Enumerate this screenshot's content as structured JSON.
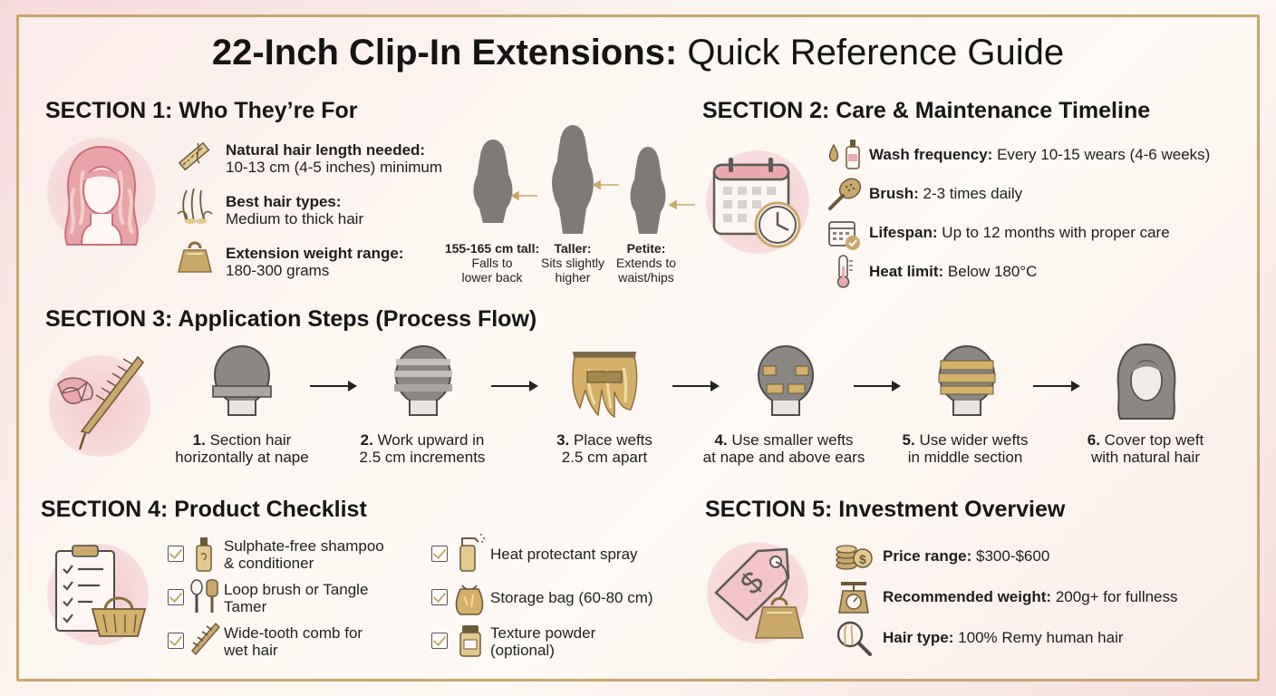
{
  "title": {
    "bold": "22-Inch Clip-In Extensions:",
    "light": "Quick Reference Guide"
  },
  "section1": {
    "heading": "SECTION 1: Who They’re For",
    "items": [
      {
        "label": "Natural hair length needed:",
        "value": "10-13 cm (4-5 inches) minimum",
        "icon": "ruler-icon"
      },
      {
        "label": "Best hair types:",
        "value": "Medium to thick hair",
        "icon": "hair-strands-icon"
      },
      {
        "label": "Extension weight range:",
        "value": "180-300 grams",
        "icon": "weight-icon"
      }
    ],
    "heights": [
      {
        "label": "155-165 cm tall:",
        "desc1": "Falls to",
        "desc2": "lower back"
      },
      {
        "label": "Taller:",
        "desc1": "Sits slightly",
        "desc2": "higher"
      },
      {
        "label": "Petite:",
        "desc1": "Extends to",
        "desc2": "waist/hips"
      }
    ]
  },
  "section2": {
    "heading": "SECTION 2: Care & Maintenance Timeline",
    "items": [
      {
        "label": "Wash frequency:",
        "value": "Every 10-15 wears (4-6 weeks)",
        "icon": "shampoo-icon"
      },
      {
        "label": "Brush:",
        "value": "2-3 times daily",
        "icon": "brush-icon"
      },
      {
        "label": "Lifespan:",
        "value": "Up to 12 months with proper care",
        "icon": "calendar-check-icon"
      },
      {
        "label": "Heat limit:",
        "value": "Below 180°C",
        "icon": "thermometer-icon"
      }
    ]
  },
  "section3": {
    "heading": "SECTION 3: Application Steps (Process Flow)",
    "steps": [
      {
        "num": "1.",
        "line1": "Section hair",
        "line2": "horizontally at nape"
      },
      {
        "num": "2.",
        "line1": "Work upward in",
        "line2": "2.5 cm increments"
      },
      {
        "num": "3.",
        "line1": "Place wefts",
        "line2": "2.5 cm apart"
      },
      {
        "num": "4.",
        "line1": "Use smaller wefts",
        "line2": "at nape and above ears"
      },
      {
        "num": "5.",
        "line1": "Use wider wefts",
        "line2": "in middle section"
      },
      {
        "num": "6.",
        "line1": "Cover top weft",
        "line2": "with natural hair"
      }
    ]
  },
  "section4": {
    "heading": "SECTION 4: Product Checklist",
    "col1": [
      {
        "line1": "Sulphate-free shampoo",
        "line2": "& conditioner"
      },
      {
        "line1": "Loop brush or Tangle",
        "line2": "Tamer"
      },
      {
        "line1": "Wide-tooth comb for",
        "line2": "wet hair"
      }
    ],
    "col2": [
      {
        "line1": "Heat protectant spray",
        "line2": ""
      },
      {
        "line1": "Storage bag (60-80 cm)",
        "line2": ""
      },
      {
        "line1": "Texture powder",
        "line2": "(optional)"
      }
    ]
  },
  "section5": {
    "heading": "SECTION 5: Investment Overview",
    "items": [
      {
        "label": "Price range:",
        "value": "$300-$600",
        "icon": "coins-icon"
      },
      {
        "label": "Recommended weight:",
        "value": "200g+ for fullness",
        "icon": "scale-icon"
      },
      {
        "label": "Hair type:",
        "value": "100% Remy human hair",
        "icon": "magnifier-icon"
      }
    ]
  },
  "colors": {
    "gold": "#c9a86a",
    "pink": "#f5c9cc",
    "silhouette": "#7d7a78",
    "head": "#8a8785"
  }
}
